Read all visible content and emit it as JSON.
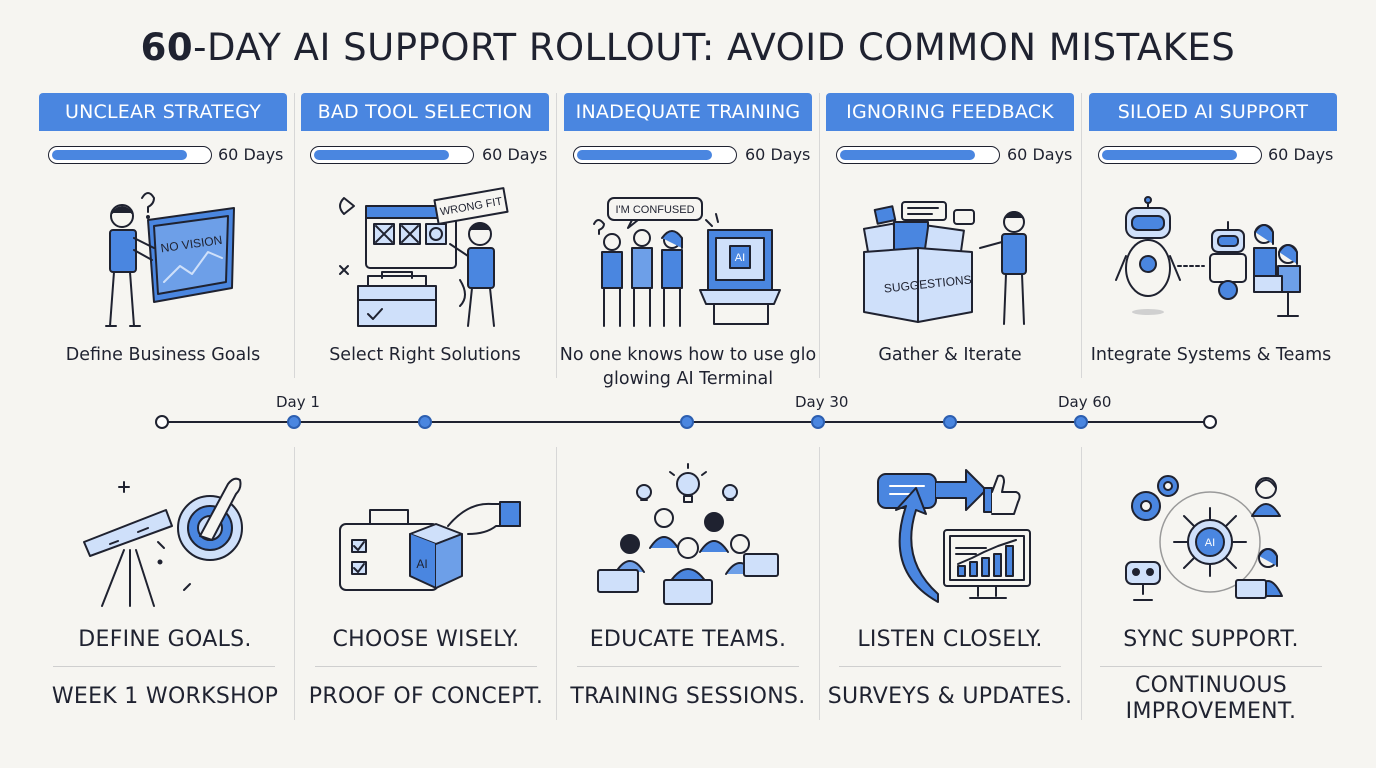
{
  "title_bold": "60",
  "title_rest": "-DAY AI SUPPORT ROLLOUT: AVOID COMMON MISTAKES",
  "colors": {
    "accent": "#4a86e0",
    "ink": "#1f2230",
    "background": "#f6f5f1"
  },
  "columns": [
    {
      "header": "UNCLEAR STRATEGY",
      "progress_label": "60 Days",
      "progress": 0.85,
      "icon_top": "map-vision-icon",
      "sign_text": "NO VISION",
      "caption": "Define Business Goals",
      "icon_bottom": "telescope-target-icon",
      "action": "DEFINE GOALS.",
      "detail": "WEEK 1 WORKSHOP"
    },
    {
      "header": "BAD TOOL SELECTION",
      "progress_label": "60 Days",
      "progress": 0.85,
      "icon_top": "toolbox-wrong-fit-icon",
      "sign_text": "WRONG FIT",
      "caption": "Select Right Solutions",
      "icon_bottom": "ai-box-hand-icon",
      "box_text": "AI",
      "action": "CHOOSE WISELY.",
      "detail": "PROOF OF CONCEPT."
    },
    {
      "header": "INADEQUATE TRAINING",
      "progress_label": "60 Days",
      "progress": 0.85,
      "icon_top": "confused-team-terminal-icon",
      "bubble_text": "I'M CONFUSED",
      "screen_text": "AI",
      "caption": "No one knows how to use glo glowing AI Terminal",
      "icon_bottom": "team-laptops-ideas-icon",
      "action": "EDUCATE TEAMS.",
      "detail": "TRAINING SESSIONS."
    },
    {
      "header": "IGNORING FEEDBACK",
      "progress_label": "60 Days",
      "progress": 0.85,
      "icon_top": "suggestions-box-icon",
      "box_text": "SUGGESTIONS",
      "caption": "Gather & Iterate",
      "icon_bottom": "feedback-loop-chart-icon",
      "action": "LISTEN CLOSELY.",
      "detail": "SURVEYS & UPDATES."
    },
    {
      "header": "SILOED AI SUPPORT",
      "progress_label": "60 Days",
      "progress": 0.85,
      "icon_top": "robot-team-icon",
      "caption": "Integrate Systems & Teams",
      "icon_bottom": "ai-hub-network-icon",
      "hub_text": "AI",
      "action": "SYNC SUPPORT.",
      "detail": "CONTINUOUS IMPROVEMENT."
    }
  ],
  "timeline": {
    "labels": [
      "Day 1",
      "Day 30",
      "Day 60"
    ]
  }
}
